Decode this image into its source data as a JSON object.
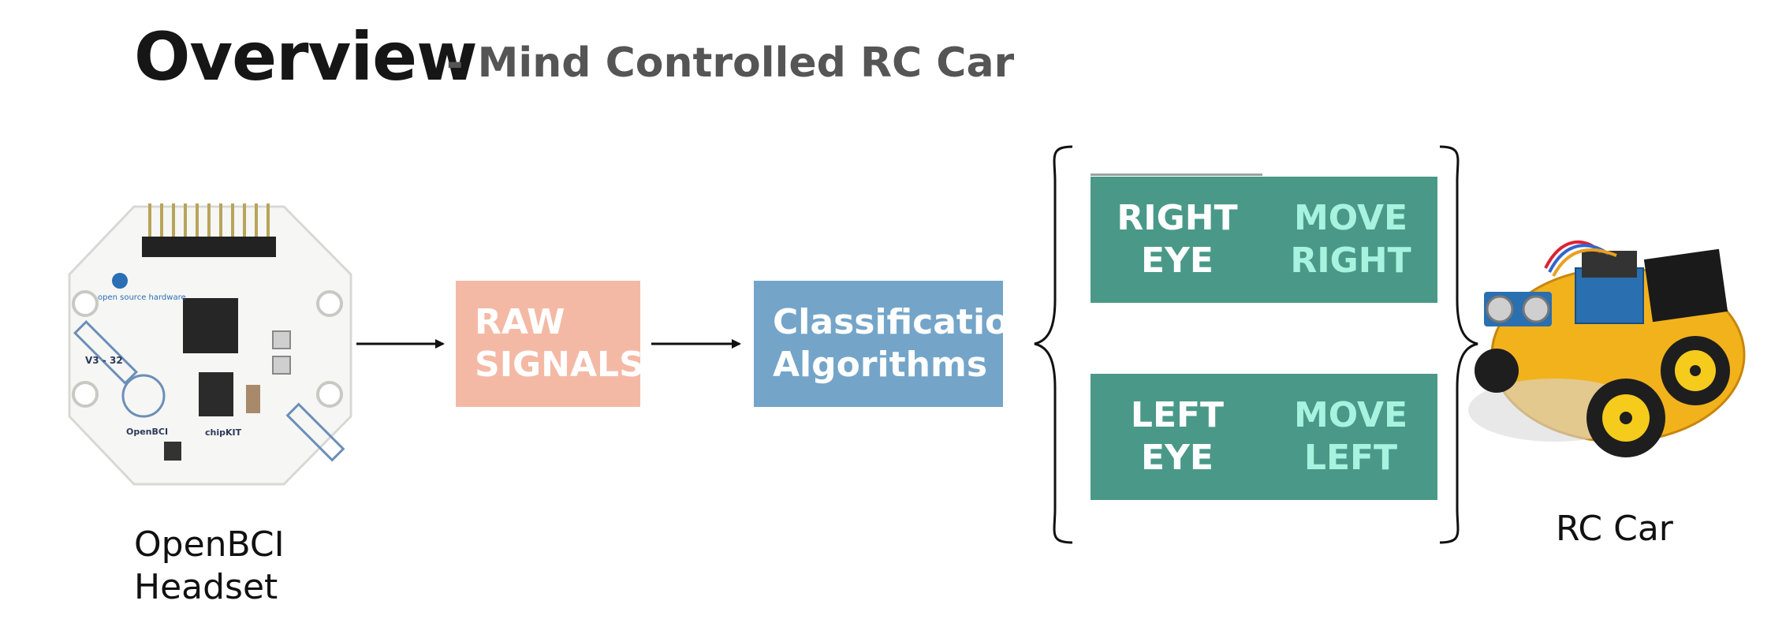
{
  "title": {
    "main": "Overview",
    "sub": "- Mind Controlled RC Car"
  },
  "headset": {
    "caption_line1": "OpenBCI",
    "caption_line2": "Headset",
    "board_label": "V3 - 32",
    "board_brand": "OpenBCI",
    "board_osh": "open source hardware",
    "board_chip": "chipKIT"
  },
  "pipeline": {
    "raw": {
      "line1": "RAW",
      "line2": "SIGNALS"
    },
    "classification": {
      "line1": "Classification",
      "line2": "Algorithms"
    }
  },
  "mappings": [
    {
      "input_line1": "RIGHT",
      "input_line2": "EYE",
      "output_line1": "MOVE",
      "output_line2": "RIGHT"
    },
    {
      "input_line1": "LEFT",
      "input_line2": "EYE",
      "output_line1": "MOVE",
      "output_line2": "LEFT"
    }
  ],
  "car": {
    "caption": "RC Car"
  },
  "colors": {
    "raw_box": "#f4b9a5",
    "classification_box": "#74a5c9",
    "mapping_box": "#4a9988",
    "mapping_output_text": "#a8f3e0",
    "car_body": "#f2b21c",
    "wheel": "#f5cb1c"
  }
}
